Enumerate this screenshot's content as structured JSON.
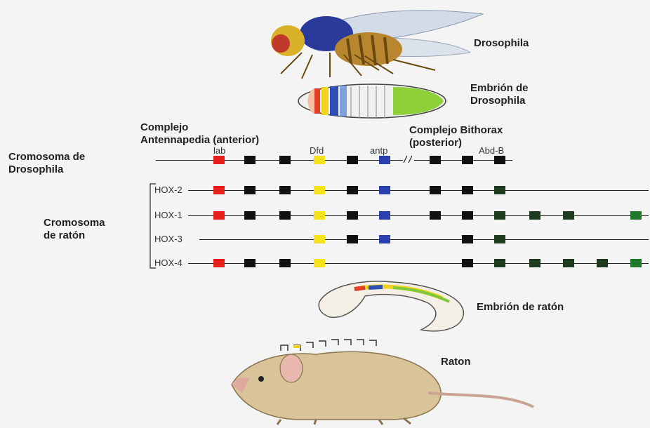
{
  "labels": {
    "drosophila": "Drosophila",
    "embryo_drosophila_line1": "Embrión de",
    "embryo_drosophila_line2": "Drosophila",
    "complejo_ant_line1": "Complejo",
    "complejo_ant_line2": "Antennapedia (anterior)",
    "complejo_bx_line1": "Complejo Bithorax",
    "complejo_bx_line2": "(posterior)",
    "cromosoma_dros_line1": "Cromosoma de",
    "cromosoma_dros_line2": "Drosophila",
    "cromosoma_raton_line1": "Cromosoma",
    "cromosoma_raton_line2": "de ratón",
    "embryo_raton": "Embrión de ratón",
    "raton": "Raton"
  },
  "gene_labels": {
    "lab": "lab",
    "dfd": "Dfd",
    "antp": "antp",
    "abdb": "Abd-B"
  },
  "hox_labels": [
    "HOX-2",
    "HOX-1",
    "HOX-3",
    "HOX-4"
  ],
  "colors": {
    "red": "#e8201c",
    "black": "#111111",
    "yellow": "#f5e21a",
    "blue": "#2a3fb0",
    "dark_green": "#1e3b1e",
    "green": "#1f7a2a"
  }
}
